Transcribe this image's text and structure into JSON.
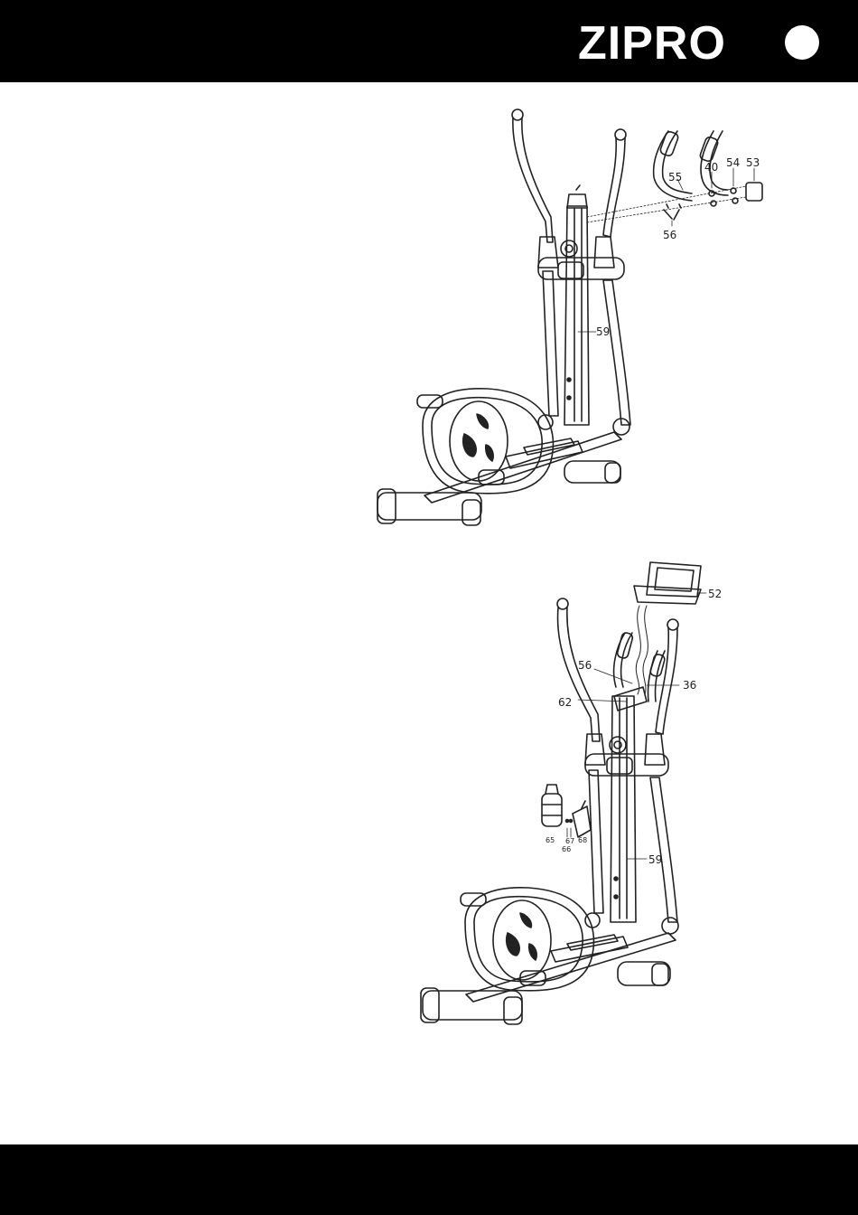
{
  "header": {
    "brand": "ZIPRO"
  },
  "diagram_top": {
    "callouts": [
      "55",
      "40",
      "54",
      "53",
      "56",
      "59"
    ]
  },
  "diagram_bottom": {
    "callouts": [
      "52",
      "56",
      "36",
      "62",
      "59",
      "65",
      "67",
      "68",
      "66"
    ]
  },
  "colors": {
    "header_bg": "#000000",
    "footer_bg": "#000000",
    "line": "#222222"
  }
}
